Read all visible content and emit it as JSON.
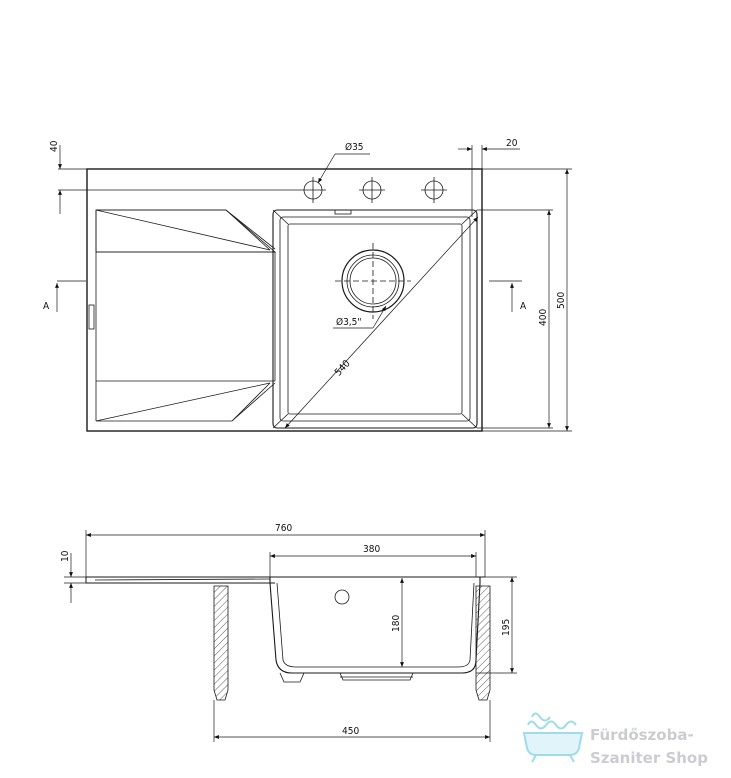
{
  "top_view": {
    "tap_hole_diameter": "Ø35",
    "tap_hole_offset": "40",
    "rim_offset": "20",
    "bowl_height": "400",
    "sink_height": "500",
    "bowl_diagonal": "540",
    "drain_diameter": "Ø3,5\"",
    "section_left": "A",
    "section_right": "A"
  },
  "side_view": {
    "total_width": "760",
    "bowl_width": "380",
    "thickness": "10",
    "bowl_depth": "180",
    "overall_depth": "195",
    "cabinet_width": "450"
  },
  "watermark": {
    "line1": "Fürdőszoba-",
    "line2": "Szaniter Shop",
    "icon": "bathtub-icon"
  }
}
